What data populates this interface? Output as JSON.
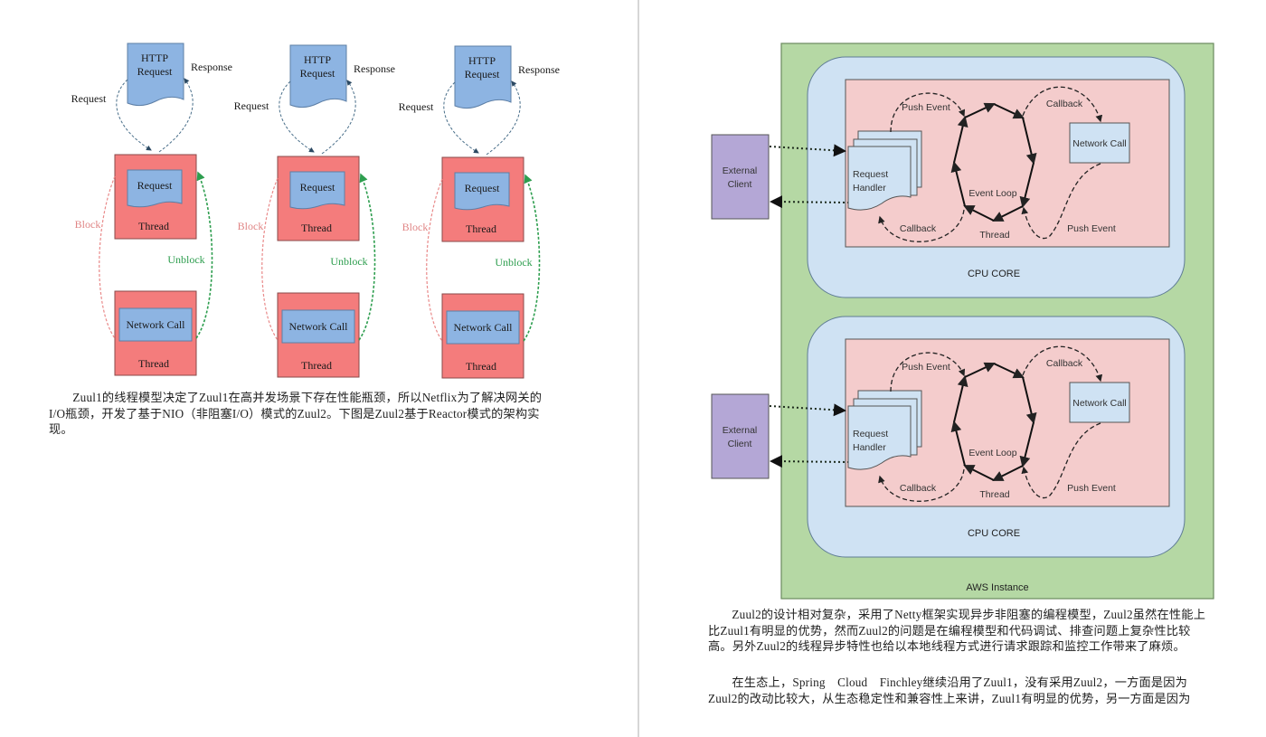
{
  "left_page": {
    "figure": {
      "columns": [
        {
          "http_request": "HTTP Request",
          "request_label": "Request",
          "response_label": "Response",
          "thread_request": "Request",
          "thread_label": "Thread",
          "block_label": "Block",
          "unblock_label": "Unblock",
          "network_call": "Network Call",
          "network_thread_label": "Thread"
        },
        {
          "http_request": "HTTP Request",
          "request_label": "Request",
          "response_label": "Response",
          "thread_request": "Request",
          "thread_label": "Thread",
          "block_label": "Block",
          "unblock_label": "Unblock",
          "network_call": "Network Call",
          "network_thread_label": "Thread"
        },
        {
          "http_request": "HTTP Request",
          "request_label": "Request",
          "response_label": "Response",
          "thread_request": "Request",
          "thread_label": "Thread",
          "block_label": "Block",
          "unblock_label": "Unblock",
          "network_call": "Network Call",
          "network_thread_label": "Thread"
        }
      ],
      "colors": {
        "thread_box": "#f47c7c",
        "blue_box": "#8db4e2",
        "block_arrow": "#e98a8a",
        "unblock_arrow": "#2e9e4f",
        "request_arrow": "#4a6f8a"
      }
    },
    "paragraph": "Zuul1的线程模型决定了Zuul1在高并发场景下存在性能瓶颈，所以Netflix为了解决网关的I/O瓶颈，开发了基于NIO（非阻塞I/O）模式的Zuul2。下图是Zuul2基于Reactor模式的架构实现。"
  },
  "right_page": {
    "figure": {
      "instance_label": "AWS Instance",
      "cores": [
        {
          "external_client": "External Client",
          "request_handler": "Request Handler",
          "push_event_top": "Push Event",
          "callback_left": "Callback",
          "event_loop": "Event Loop",
          "thread": "Thread",
          "callback_right": "Callback",
          "network_call": "Network Call",
          "push_event_bottom": "Push Event",
          "core_label": "CPU CORE"
        },
        {
          "external_client": "External Client",
          "request_handler": "Request Handler",
          "push_event_top": "Push Event",
          "callback_left": "Callback",
          "event_loop": "Event Loop",
          "thread": "Thread",
          "callback_right": "Callback",
          "network_call": "Network Call",
          "push_event_bottom": "Push Event",
          "core_label": "CPU CORE"
        }
      ],
      "colors": {
        "instance_bg": "#b5d8a4",
        "core_bg": "#cfe2f3",
        "thread_bg": "#f4cccc",
        "client_bg": "#b4a7d6",
        "handler_bg": "#cfe2f3"
      }
    },
    "paragraphs": [
      "Zuul2的设计相对复杂，采用了Netty框架实现异步非阻塞的编程模型，Zuul2虽然在性能上比Zuul1有明显的优势，然而Zuul2的问题是在编程模型和代码调试、排查问题上复杂性比较高。另外Zuul2的线程异步特性也给以本地线程方式进行请求跟踪和监控工作带来了麻烦。",
      "在生态上，Spring　Cloud　Finchley继续沿用了Zuul1，没有采用Zuul2，一方面是因为Zuul2的改动比较大，从生态稳定性和兼容性上来讲，Zuul1有明显的优势，另一方面是因为"
    ]
  }
}
